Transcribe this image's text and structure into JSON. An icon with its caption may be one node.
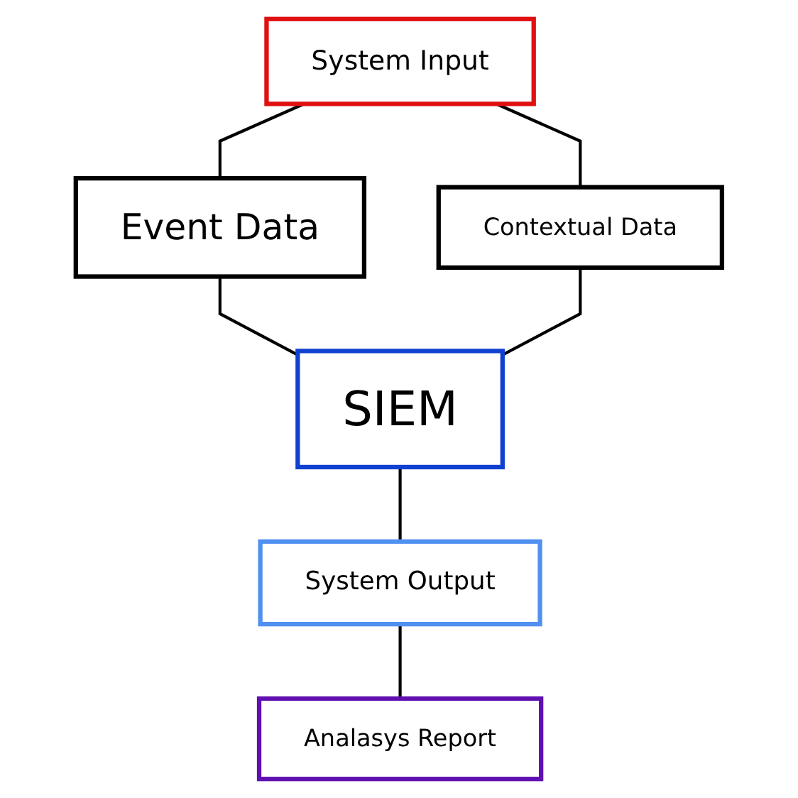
{
  "diagram": {
    "nodes": [
      {
        "text": [
          "System Input"
        ]
      },
      {
        "text": [
          "Event Data"
        ]
      },
      {
        "text": [
          "Contextual Data"
        ]
      },
      {
        "text": [
          "SIEM"
        ]
      },
      {
        "text": [
          "System Output"
        ]
      },
      {
        "text": [
          "Analasys Report"
        ]
      }
    ],
    "edges": [
      {
        "from": 0,
        "to": 1,
        "arrow": "none"
      },
      {
        "from": 0,
        "to": 2,
        "arrow": "none"
      },
      {
        "from": 1,
        "to": 3,
        "arrow": "none"
      },
      {
        "from": 2,
        "to": 3,
        "arrow": "none"
      },
      {
        "from": 3,
        "to": 4,
        "arrow": "none"
      },
      {
        "from": 4,
        "to": 5,
        "arrow": "none"
      }
    ]
  }
}
